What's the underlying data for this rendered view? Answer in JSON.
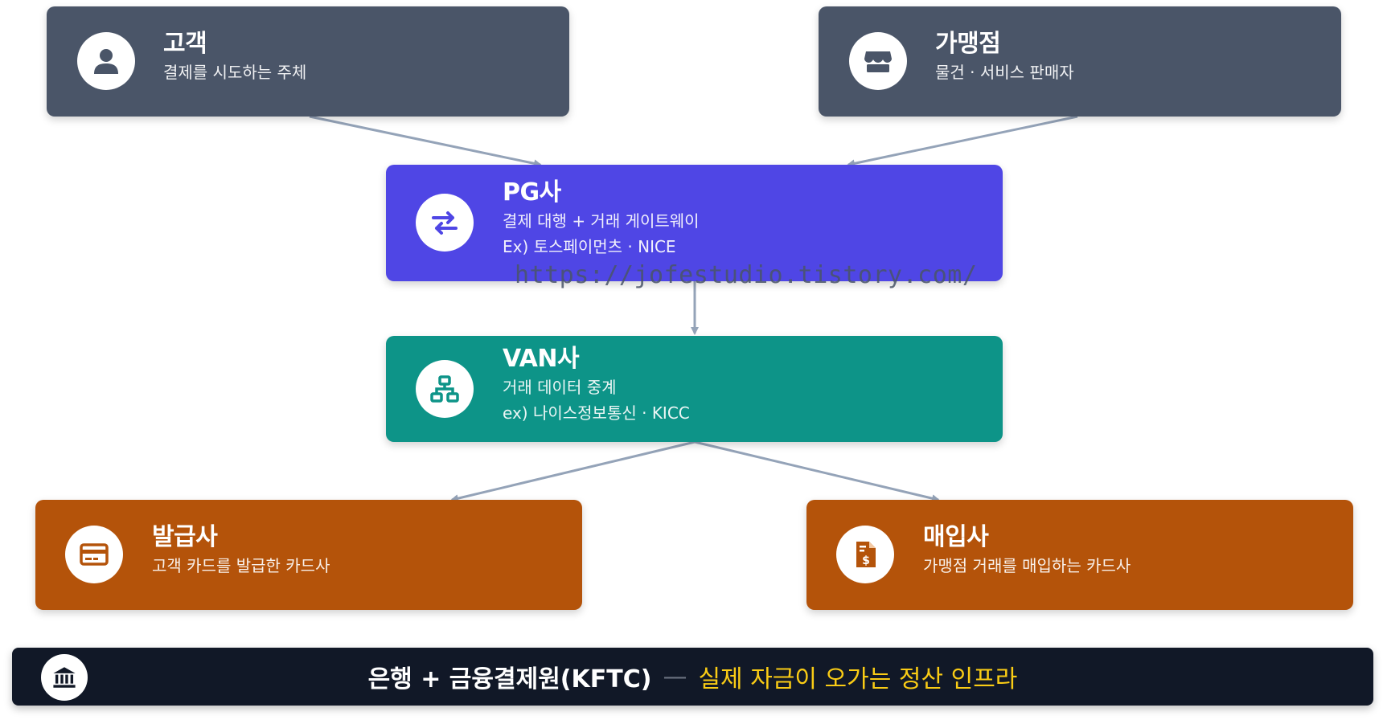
{
  "nodes": {
    "customer": {
      "title": "고객",
      "desc": "결제를 시도하는 주체",
      "icon": "user-icon"
    },
    "merchant": {
      "title": "가맹점",
      "desc": "물건 · 서비스 판매자",
      "icon": "store-icon"
    },
    "pg": {
      "title": "PG사",
      "desc": "결제 대행 + 거래 게이트웨이",
      "example": "Ex) 토스페이먼츠 · NICE",
      "icon": "exchange-icon"
    },
    "van": {
      "title": "VAN사",
      "desc": "거래 데이터 중계",
      "example": "ex) 나이스정보통신 · KICC",
      "icon": "network-icon"
    },
    "issuer": {
      "title": "발급사",
      "desc": "고객 카드를 발급한 카드사",
      "icon": "credit-card-icon"
    },
    "acquirer": {
      "title": "매입사",
      "desc": "가맹점 거래를 매입하는 카드사",
      "icon": "invoice-dollar-icon"
    }
  },
  "infra": {
    "main": "은행 + 금융결제원(KFTC)",
    "dash": "—",
    "highlight": "실제 자금이 오가는 정산 인프라",
    "icon": "bank-icon"
  },
  "watermark": "https://jofestudio.tistory.com/",
  "colors": {
    "slate": "#4a5568",
    "indigo": "#4f46e5",
    "teal": "#0d9488",
    "amber": "#b4530a",
    "navy": "#111827",
    "highlight": "#facc15",
    "connector": "#94a3b8"
  }
}
